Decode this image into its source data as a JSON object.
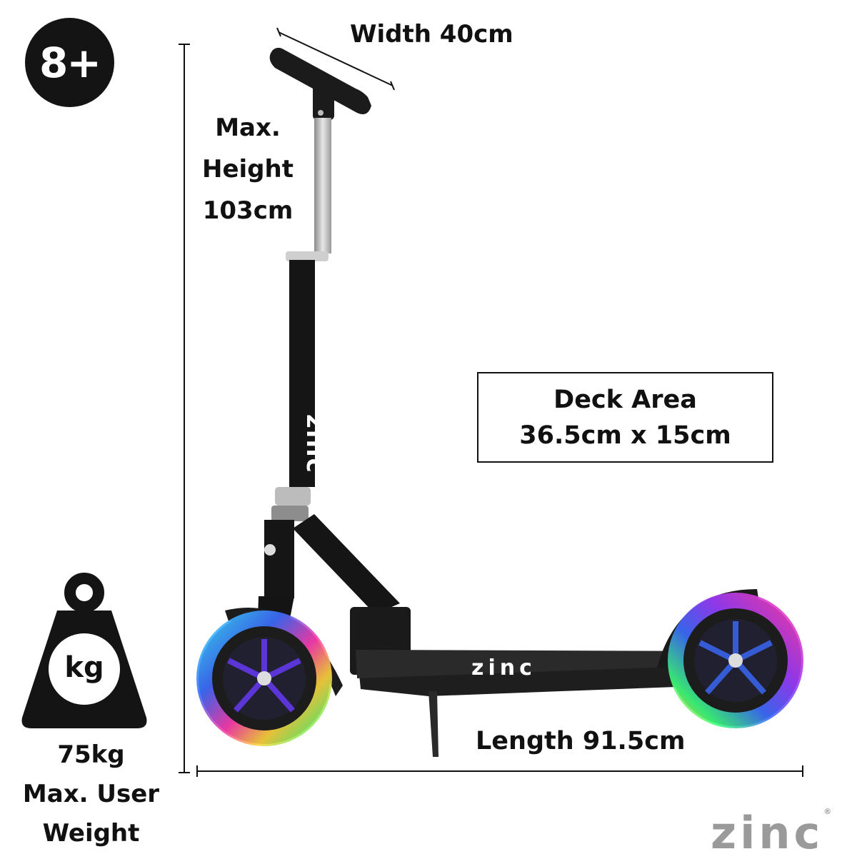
{
  "age_badge": "8+",
  "dimensions": {
    "width": "Width 40cm",
    "height_line1": "Max.",
    "height_line2": "Height",
    "height_line3": "103cm",
    "deck_title": "Deck Area",
    "deck_size": "36.5cm x 15cm",
    "length": "Length 91.5cm"
  },
  "weight": {
    "icon_label": "kg",
    "line1": "75kg",
    "line2": "Max. User",
    "line3": "Weight"
  },
  "brand": {
    "logo": "ZINC",
    "deck_logo": "ZINC",
    "stem_logo": "ZINC"
  },
  "colors": {
    "ink": "#111111",
    "badge": "#141414",
    "logo_grey": "#9a9a9a",
    "wheel_glow": [
      "#3b6cff",
      "#9b3bff",
      "#ff3bb0",
      "#ffd23b",
      "#3bff7a",
      "#3bd8ff"
    ]
  }
}
